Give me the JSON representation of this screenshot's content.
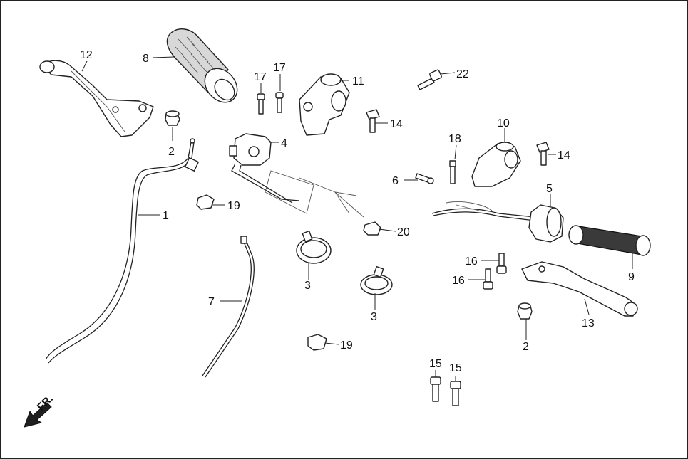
{
  "callouts": {
    "c1": "1",
    "c2a": "2",
    "c2b": "2",
    "c3a": "3",
    "c3b": "3",
    "c4": "4",
    "c5": "5",
    "c6": "6",
    "c7": "7",
    "c8": "8",
    "c9": "9",
    "c10": "10",
    "c11": "11",
    "c12": "12",
    "c13": "13",
    "c14a": "14",
    "c14b": "14",
    "c15a": "15",
    "c15b": "15",
    "c16a": "16",
    "c16b": "16",
    "c17a": "17",
    "c17b": "17",
    "c18": "18",
    "c19a": "19",
    "c19b": "19",
    "c20": "20",
    "c22": "22"
  },
  "direction": {
    "label": "FR."
  },
  "icons": {
    "direction_arrow": "arrow-down-left-icon"
  }
}
